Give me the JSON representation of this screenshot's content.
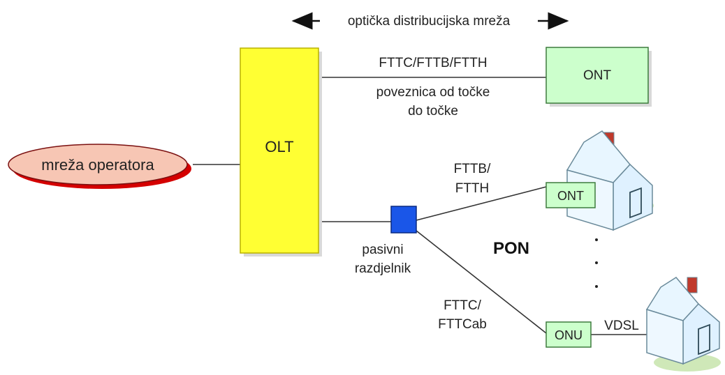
{
  "diagram": {
    "header_label": "optička distribucijska mreža",
    "operator_network": "mreža operatora",
    "olt": "OLT",
    "p2p_link": {
      "type": "FTTC/FTTB/FTTH",
      "desc_line1": "poveznica od točke",
      "desc_line2": "do točke"
    },
    "ont_top": "ONT",
    "splitter": {
      "line1": "pasivni",
      "line2": "razdjelnik"
    },
    "pon": "PON",
    "branch_upper": {
      "line1": "FTTB/",
      "line2": "FTTH"
    },
    "branch_lower": {
      "line1": "FTTC/",
      "line2": "FTTCab"
    },
    "ont_house": "ONT",
    "onu": "ONU",
    "vdsl": "VDSL",
    "colors": {
      "olt_fill": "#ffff33",
      "olt_stroke": "#b8b000",
      "box_fill": "#ccffcc",
      "box_stroke": "#3d7a3d",
      "splitter_fill": "#1a56e8",
      "operator_fill": "#f7c6b4",
      "operator_shadow": "#d40000",
      "house_wall": "#dff1ff",
      "house_roof": "#e8f6ff",
      "house_outline": "#6a8a9a",
      "grass": "#cfe8b8",
      "chimney": "#c0392b"
    }
  }
}
